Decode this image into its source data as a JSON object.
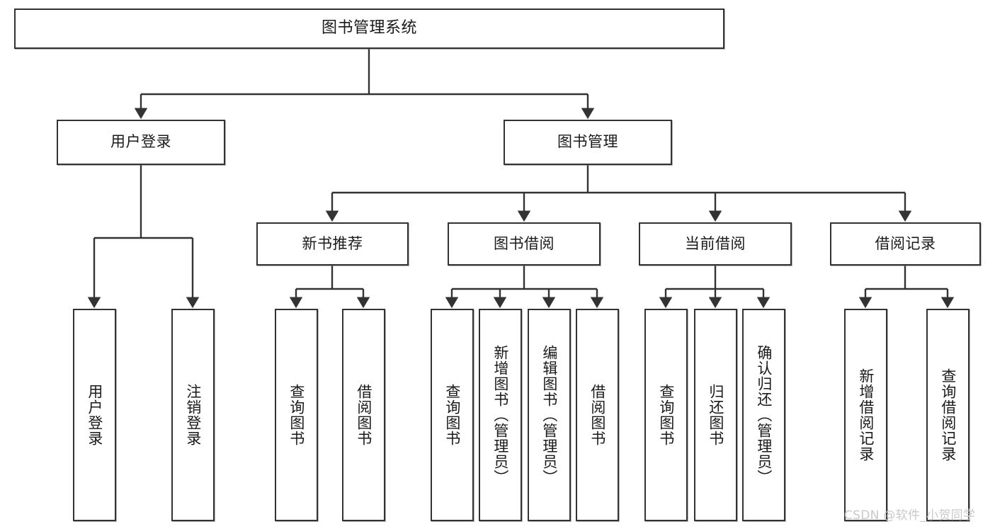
{
  "diagram": {
    "type": "tree",
    "title": "图书管理系统",
    "orientation": "top-down",
    "stroke_color": "#333333",
    "fill_color": "#ffffff",
    "text_color": "#1a1a1a"
  },
  "nodes": {
    "root": {
      "label": "图书管理系统",
      "level": 0
    },
    "level2": [
      {
        "id": "user-login",
        "label": "用户登录"
      },
      {
        "id": "book-manage",
        "label": "图书管理"
      }
    ],
    "level3": [
      {
        "id": "new-book-recommend",
        "label": "新书推荐",
        "parent": "book-manage"
      },
      {
        "id": "book-borrow",
        "label": "图书借阅",
        "parent": "book-manage"
      },
      {
        "id": "current-borrow",
        "label": "当前借阅",
        "parent": "book-manage"
      },
      {
        "id": "borrow-record",
        "label": "借阅记录",
        "parent": "book-manage"
      }
    ],
    "leaves": {
      "user-login": [
        {
          "id": "leaf-user-login",
          "label": "用户登录"
        },
        {
          "id": "leaf-user-logout",
          "label": "注销登录"
        }
      ],
      "new-book-recommend": [
        {
          "id": "leaf-query-book-1",
          "label": "查询图书"
        },
        {
          "id": "leaf-borrow-book-1",
          "label": "借阅图书"
        }
      ],
      "book-borrow": [
        {
          "id": "leaf-query-book-2",
          "label": "查询图书"
        },
        {
          "id": "leaf-add-book",
          "label": "新增图书（管理员）"
        },
        {
          "id": "leaf-edit-book",
          "label": "编辑图书（管理员）"
        },
        {
          "id": "leaf-borrow-book-2",
          "label": "借阅图书"
        }
      ],
      "current-borrow": [
        {
          "id": "leaf-query-book-3",
          "label": "查询图书"
        },
        {
          "id": "leaf-return-book",
          "label": "归还图书"
        },
        {
          "id": "leaf-confirm-return",
          "label": "确认归还（管理员）"
        }
      ],
      "borrow-record": [
        {
          "id": "leaf-add-record",
          "label": "新增借阅记录"
        },
        {
          "id": "leaf-query-record",
          "label": "查询借阅记录"
        }
      ]
    }
  },
  "watermark": {
    "text": "CSDN @软件_小贺同学"
  }
}
